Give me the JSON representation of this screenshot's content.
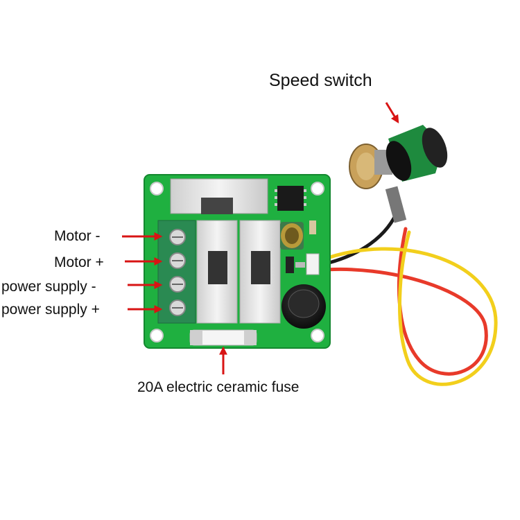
{
  "labels": {
    "speed_switch": "Speed switch",
    "motor_minus": "Motor -",
    "motor_plus": "Motor +",
    "power_supply_minus": "power supply -",
    "power_supply_plus": "power supply +",
    "fuse": "20A electric ceramic fuse"
  },
  "colors": {
    "board": "#1fb040",
    "arrow": "#d81414",
    "terminal": "#2a8a52",
    "heatsink": "#e6e6e6",
    "wire_red": "#e83a2a",
    "wire_yellow": "#f2cf1c",
    "wire_black": "#1a1a1a",
    "knob": "#1e8a3e"
  }
}
